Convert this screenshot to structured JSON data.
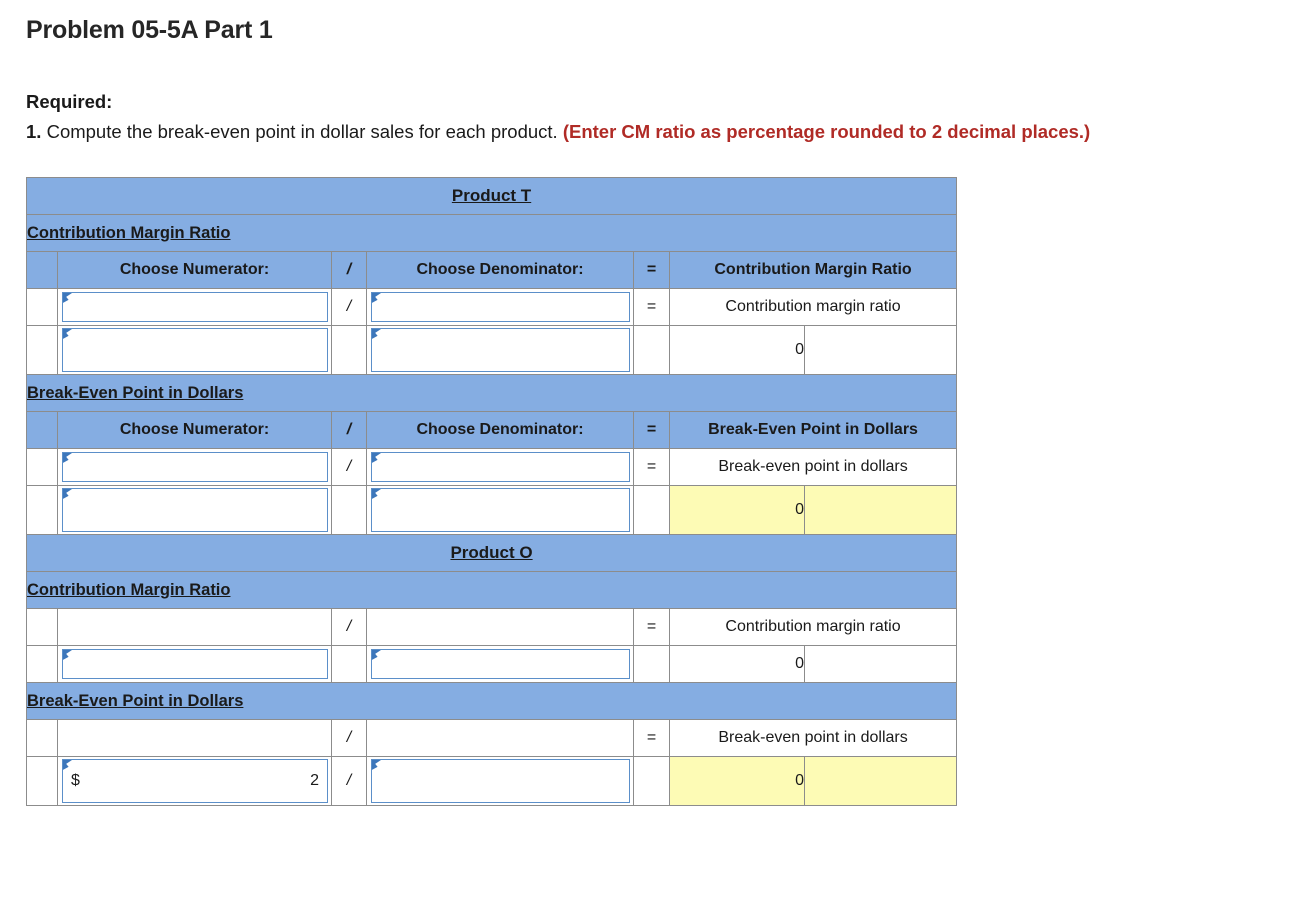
{
  "problem": {
    "title": "Problem 05-5A Part 1",
    "required_label": "Required:",
    "req_number": "1.",
    "req_text": " Compute the break-even point in dollar sales for each product. ",
    "req_note": "(Enter CM ratio as percentage rounded to 2 decimal places.)"
  },
  "colors": {
    "header_blue": "#85ade2",
    "answer_yellow": "#fdfbb5",
    "note_red": "#b02b26",
    "input_border": "#5b8fc9"
  },
  "worksheet": {
    "operators": {
      "divide": "/",
      "equals": "="
    },
    "column_headers": {
      "numerator": "Choose Numerator:",
      "divide": "/",
      "denominator": "Choose Denominator:",
      "equals": "=",
      "result_cm": "Contribution Margin Ratio",
      "result_bep": "Break-Even Point in Dollars"
    },
    "sections": [
      {
        "product_title": "Product T",
        "blocks": [
          {
            "heading": "Contribution Margin Ratio",
            "has_column_headers": true,
            "result_header": "Contribution Margin Ratio",
            "row_label": "Contribution margin ratio",
            "answer_value": "0",
            "answer_highlight": false,
            "row1_has_inputs": true,
            "numerator_value": "",
            "denominator_value": "",
            "numerator_prefix": ""
          },
          {
            "heading": "Break-Even Point in Dollars",
            "has_column_headers": true,
            "result_header": "Break-Even Point in Dollars",
            "row_label": "Break-even point in dollars",
            "answer_value": "0",
            "answer_highlight": true,
            "row1_has_inputs": true,
            "numerator_value": "",
            "denominator_value": "",
            "numerator_prefix": ""
          }
        ]
      },
      {
        "product_title": "Product O",
        "blocks": [
          {
            "heading": "Contribution Margin Ratio",
            "has_column_headers": false,
            "result_header": "",
            "row_label": "Contribution margin ratio",
            "answer_value": "0",
            "answer_highlight": false,
            "row1_has_inputs": false,
            "numerator_value": "",
            "denominator_value": "",
            "numerator_prefix": ""
          },
          {
            "heading": "Break-Even Point in Dollars",
            "has_column_headers": false,
            "result_header": "",
            "row_label": "Break-even point in dollars",
            "answer_value": "0",
            "answer_highlight": true,
            "row1_has_inputs": false,
            "numerator_value": "2",
            "denominator_value": "",
            "numerator_prefix": "$"
          }
        ]
      }
    ]
  }
}
